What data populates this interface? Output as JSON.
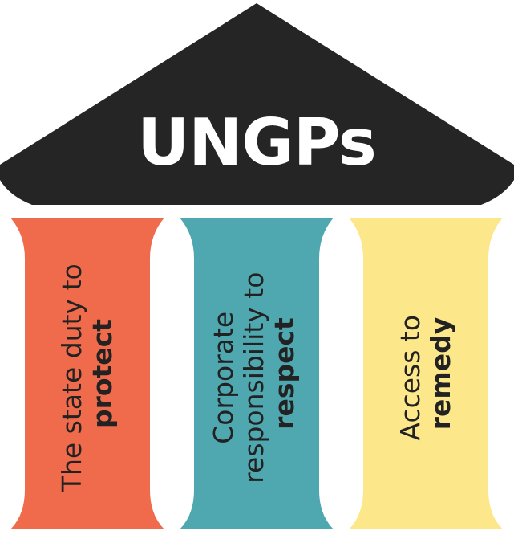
{
  "roof": {
    "title": "UNGPs",
    "color": "#252525"
  },
  "pillars": [
    {
      "line1": "The state duty to",
      "line2": "protect",
      "color": "#F06A4C"
    },
    {
      "line1": "Corporate",
      "line2_prefix": "responsibility to",
      "line3": "respect",
      "color": "#4FA7B0"
    },
    {
      "line1": "Access to",
      "line2": "remedy",
      "color": "#FCE78B"
    }
  ]
}
